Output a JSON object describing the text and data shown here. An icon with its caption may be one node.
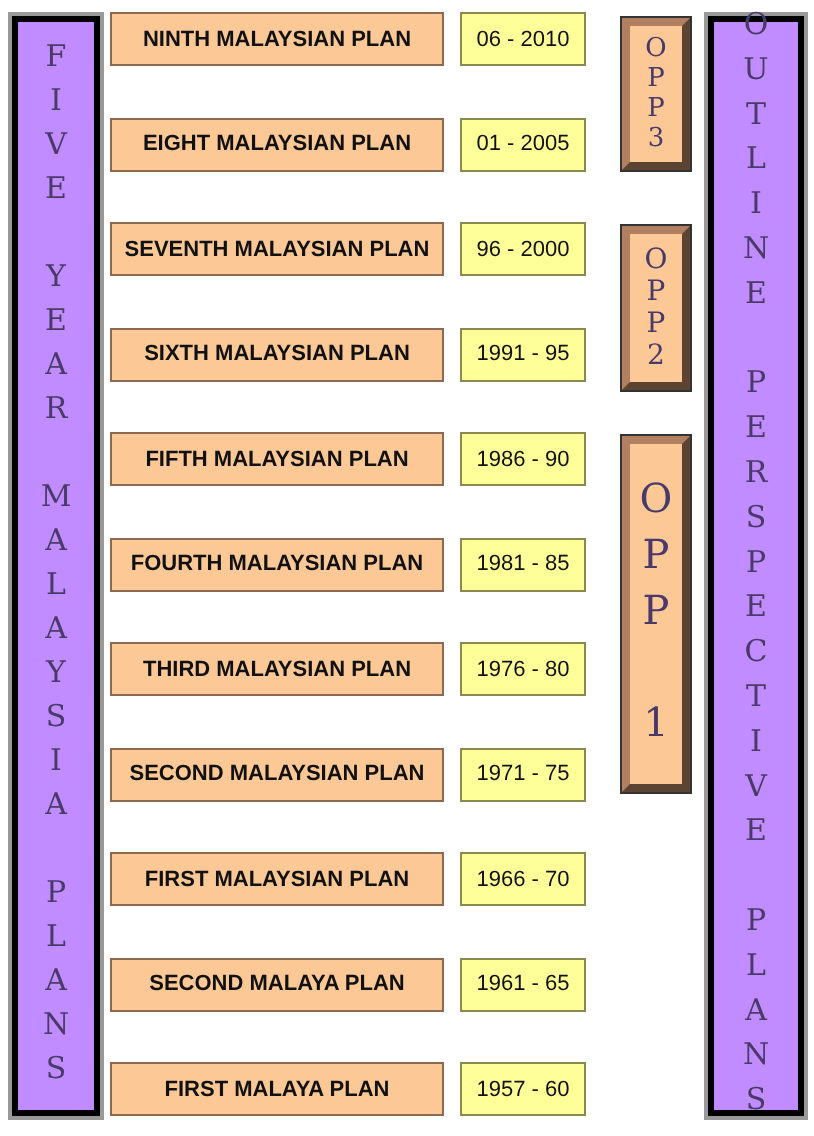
{
  "diagram": {
    "nodes": [
      {
        "text": [
          "FIVE YEAR MALAYSIA PLANS"
        ]
      },
      {
        "text": [
          "NINTH MALAYSIAN PLAN"
        ]
      },
      {
        "text": [
          "06 - 2010"
        ]
      },
      {
        "text": [
          "EIGHT MALAYSIAN PLAN"
        ]
      },
      {
        "text": [
          "01 - 2005"
        ]
      },
      {
        "text": [
          "SEVENTH MALAYSIAN PLAN"
        ]
      },
      {
        "text": [
          "96 - 2000"
        ]
      },
      {
        "text": [
          "SIXTH MALAYSIAN PLAN"
        ]
      },
      {
        "text": [
          "1991 - 95"
        ]
      },
      {
        "text": [
          "FIFTH MALAYSIAN PLAN"
        ]
      },
      {
        "text": [
          "1986 - 90"
        ]
      },
      {
        "text": [
          "FOURTH MALAYSIAN PLAN"
        ]
      },
      {
        "text": [
          "1981 - 85"
        ]
      },
      {
        "text": [
          "THIRD MALAYSIAN PLAN"
        ]
      },
      {
        "text": [
          "1976 - 80"
        ]
      },
      {
        "text": [
          "SECOND MALAYSIAN PLAN"
        ]
      },
      {
        "text": [
          "1971 - 75"
        ]
      },
      {
        "text": [
          "FIRST MALAYSIAN PLAN"
        ]
      },
      {
        "text": [
          "1966 - 70"
        ]
      },
      {
        "text": [
          "SECOND MALAYA PLAN"
        ]
      },
      {
        "text": [
          "1961 - 65"
        ]
      },
      {
        "text": [
          "FIRST MALAYA PLAN"
        ]
      },
      {
        "text": [
          "1957 - 60"
        ]
      },
      {
        "text": [
          "OPP3"
        ]
      },
      {
        "text": [
          "OPP2"
        ]
      },
      {
        "text": [
          "OPP 1"
        ]
      },
      {
        "text": [
          "OUTLINE PERSPECTIVE PLANS"
        ]
      }
    ]
  }
}
